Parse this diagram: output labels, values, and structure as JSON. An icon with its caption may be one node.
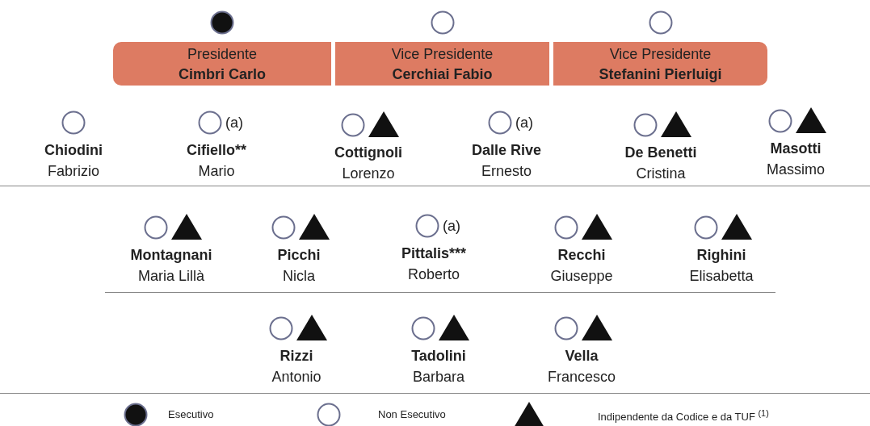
{
  "diagram": {
    "nodes": [
      {
        "text": [
          "Presidente",
          "Cimbri Carlo"
        ]
      },
      {
        "text": [
          "Vice Presidente",
          "Cerchiai Fabio"
        ]
      },
      {
        "text": [
          "Vice Presidente",
          "Stefanini Pierluigi"
        ]
      }
    ],
    "labels": [
      "Chiodini",
      "Fabrizio",
      "(a)",
      "Cifiello**",
      "Mario",
      "Cottignoli",
      "Lorenzo",
      "(a)",
      "Dalle Rive",
      "Ernesto",
      "De Benetti",
      "Cristina",
      "Masotti",
      "Massimo",
      "Montagnani",
      "Maria Lillà",
      "Picchi",
      "Nicla",
      "(a)",
      "Pittalis***",
      "Roberto",
      "Recchi",
      "Giuseppe",
      "Righini",
      "Elisabetta",
      "Rizzi",
      "Antonio",
      "Tadolini",
      "Barbara",
      "Vella",
      "Francesco"
    ],
    "legend": [
      {
        "text": "Esecutivo"
      },
      {
        "text": "Non Esecutivo"
      },
      {
        "text": "Indipendente da Codice e da TUF $^{(1)}$"
      }
    ]
  }
}
